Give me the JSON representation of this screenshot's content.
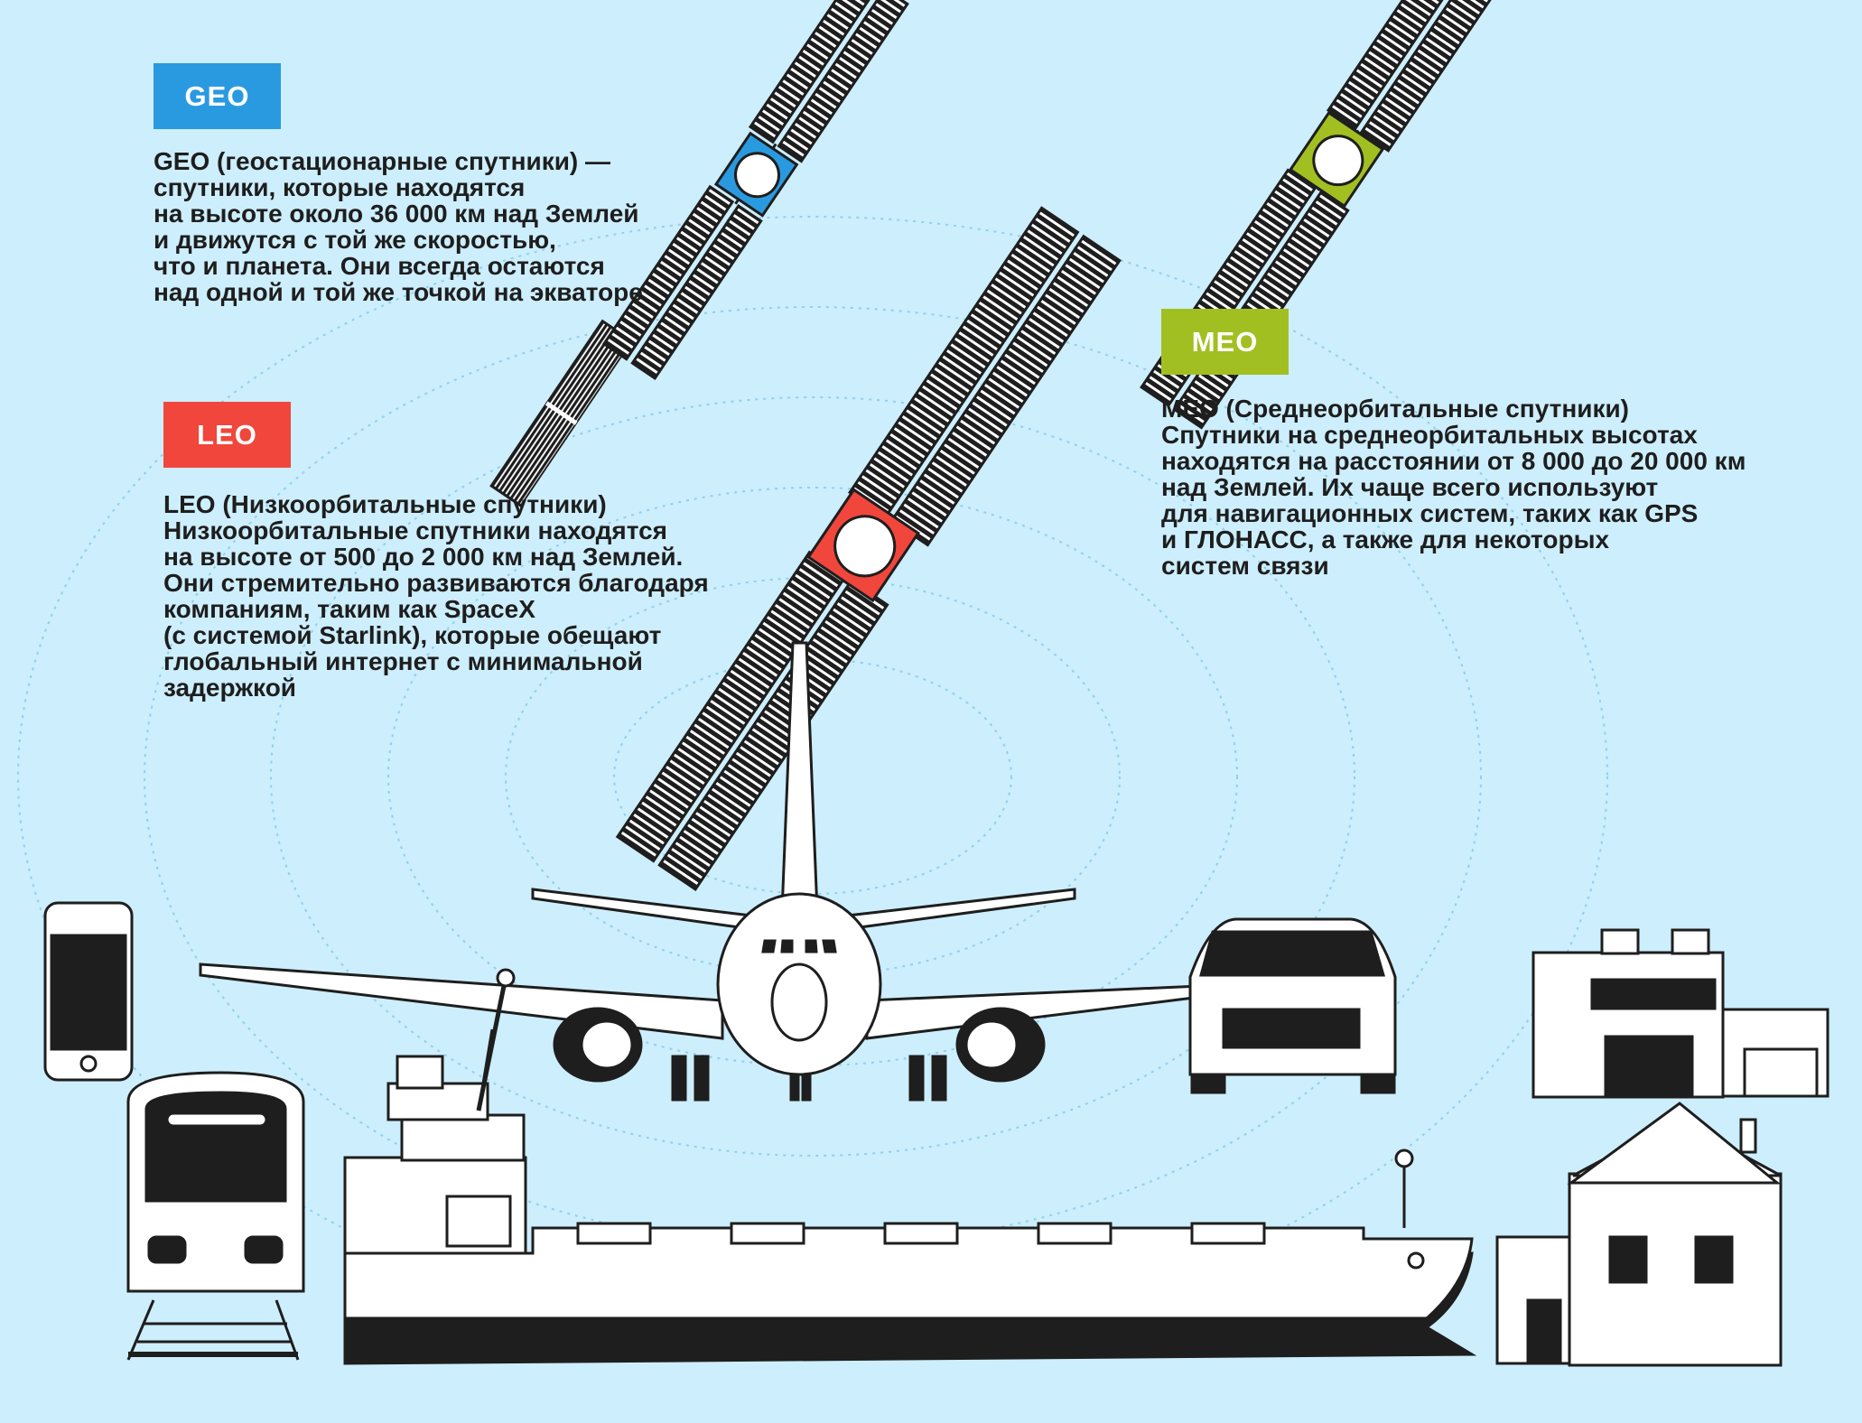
{
  "geo": {
    "badge": "GEO",
    "color": "#2a9ae0",
    "lines": [
      "GEO (геостационарные спутники) —",
      "спутники, которые находятся",
      "на высоте около 36 000 км над Землей",
      "и движутся с той же скоростью,",
      "что и планета. Они всегда остаются",
      "над одной и той же точкой на экваторе"
    ]
  },
  "leo": {
    "badge": "LEO",
    "color": "#f0463c",
    "lines": [
      "LEO (Низкоорбитальные спутники)",
      "Низкоорбитальные спутники находятся",
      "на высоте от 500 до 2 000 км над Землей.",
      "Они стремительно развиваются благодаря",
      "компаниям, таким как SpaceX",
      "(с системой Starlink), которые обещают",
      "глобальный интернет с минимальной",
      "задержкой"
    ]
  },
  "meo": {
    "badge": "MEO",
    "color": "#a2bf22",
    "lines": [
      "MEO (Среднеорбитальные спутники)",
      "Спутники на среднеорбитальных высотах",
      "находятся на расстоянии от 8 000 до 20 000 км",
      "над Землей. Их чаще всего используют",
      "для навигационных систем, таких как GPS",
      "и ГЛОНАСС, а также для некоторых",
      "систем связи"
    ]
  },
  "devices": [
    "phone-icon",
    "train-icon",
    "ship-icon",
    "airplane-icon",
    "car-icon",
    "office-building-icon",
    "house-icon"
  ],
  "colors": {
    "background": "#cdeefc",
    "ink": "#1e1e1e",
    "orbit_rings": "#8fd0ee"
  }
}
